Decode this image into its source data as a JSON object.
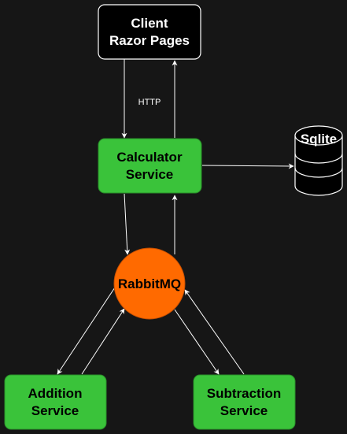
{
  "diagram": {
    "colors": {
      "background": "#161616",
      "service_fill": "#3ac33a",
      "service_stroke": "#2a8f2a",
      "client_fill": "#000000",
      "client_stroke": "#ffffff",
      "broker_fill": "#ff6a00",
      "broker_stroke": "#c84f00",
      "db_fill": "#000000",
      "db_stroke": "#ffffff",
      "arrow": "#ffffff"
    },
    "nodes": {
      "client": {
        "line1": "Client",
        "line2": "Razor Pages"
      },
      "calculator": {
        "line1": "Calculator",
        "line2": "Service"
      },
      "rabbitmq": {
        "label": "RabbitMQ"
      },
      "sqlite": {
        "label": "Sqlite"
      },
      "addition": {
        "line1": "Addition",
        "line2": "Service"
      },
      "subtraction": {
        "line1": "Subtraction",
        "line2": "Service"
      }
    },
    "edges": {
      "client_calculator_label": "HTTP"
    }
  }
}
